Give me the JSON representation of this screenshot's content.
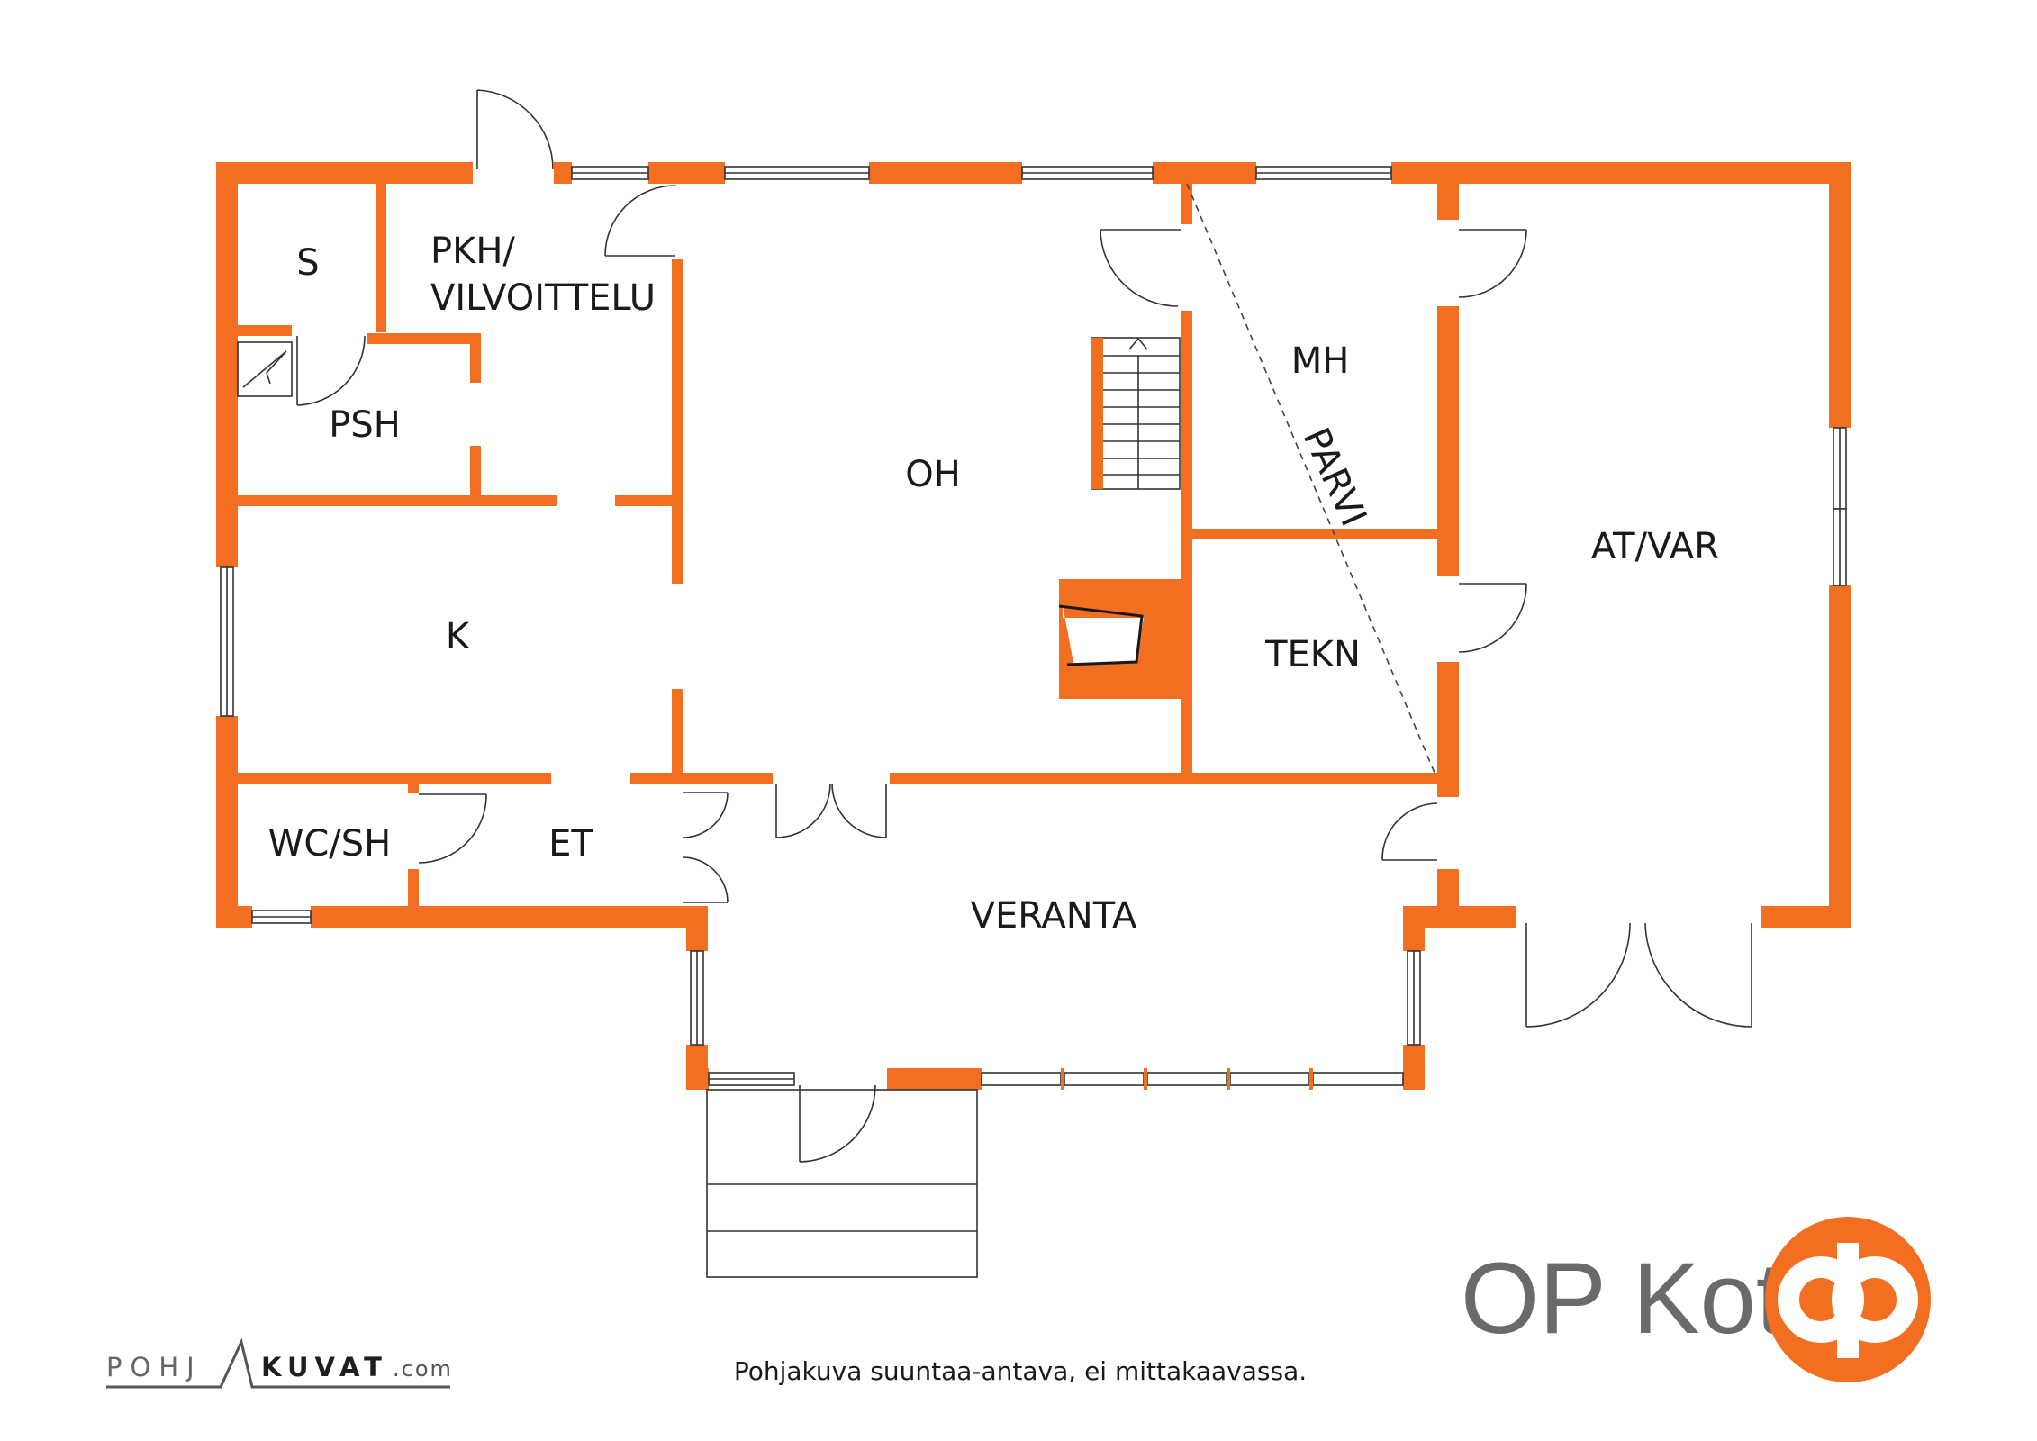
{
  "rooms": {
    "s": "S",
    "pkh_line1": "PKH/",
    "pkh_line2": "VILVOITTELU",
    "psh": "PSH",
    "oh": "OH",
    "mh": "MH",
    "parvi": "PARVI",
    "at_var": "AT/VAR",
    "k": "K",
    "tekn": "TEKN",
    "wc_sh": "WC/SH",
    "et": "ET",
    "veranta": "VERANTA"
  },
  "brand": {
    "name": "OP Koti",
    "logo_color": "#f26f21"
  },
  "credit": {
    "part1": "POHJ",
    "part2": "KUVAT",
    "part3": ".com"
  },
  "disclaimer": "Pohjakuva suuntaa-antava, ei mittakaavassa.",
  "colors": {
    "wall": "#f26f21",
    "line": "#333333"
  }
}
